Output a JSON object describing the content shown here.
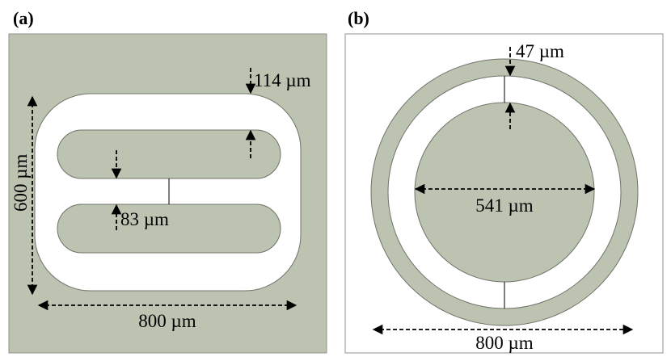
{
  "panels": {
    "a": {
      "label": "(a)",
      "dims": {
        "gap_top": "114 µm",
        "bar_gap": "83 µm",
        "height": "600 µm",
        "width": "800 µm"
      }
    },
    "b": {
      "label": "(b)",
      "dims": {
        "ring_gap": "47 µm",
        "inner_diameter": "541 µm",
        "width": "800 µm"
      }
    }
  },
  "colors": {
    "metal": "#bcc3b1",
    "background": "#ffffff",
    "outline": "#000000"
  }
}
